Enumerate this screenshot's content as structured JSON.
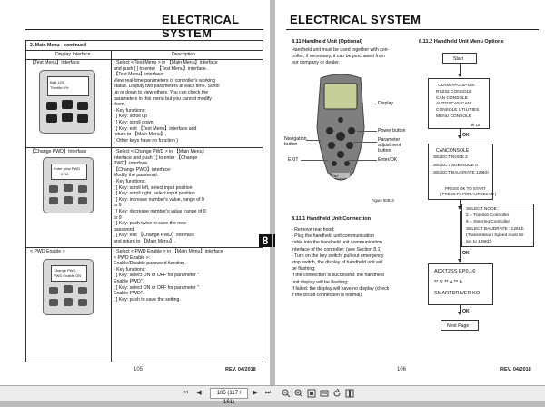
{
  "left_page": {
    "title": "ELECTRICAL SYSTEM",
    "section": "2. Main Menu - continued",
    "col1_header": "Display Interface",
    "col2_header": "Description",
    "rows": [
      {
        "label": "【Test Menu】Interface",
        "device_text": [
          "Batt 12V",
          "Throttle  0%"
        ],
        "desc": [
          "- Select < Test Menu > in 【Main Menu】interface",
          "  and push [  ] to enter 【Test Menu】interface.",
          "  【Test Menu】interface:",
          "  View real-time parameters of controller's working",
          "  status. Display two parameters at each time. Scroll",
          "  up or down to view others. You can check the",
          "  parameters in this menu but you cannot modify",
          "  them.",
          "- Key functions:",
          "  [  ] Key: scroll up",
          "  [  ] Key: scroll down",
          "  [  ] Key: exit 【Test Menu】interface and",
          "           return to 【Main Menu】.",
          "  ( Other keys have no function )"
        ]
      },
      {
        "label": "【Change PWD】Interface",
        "device_text": [
          "Enter New PWD",
          "2711"
        ],
        "desc": [
          "- Select < Change PWD > in 【Main Menu】",
          "  interface and push [  ] to enter 【Change",
          "  PWD】interface.",
          "  【Change PWD】interface:",
          "  Modify the password.",
          "- Key functions:",
          "  [  ] Key: scroll left, select input position",
          "  [  ] Key: scroll right, select input position",
          "  [  ] Key: increase number's value, range of 0",
          "           to 9",
          "  [  ] Key: decrease number's value, range of 0",
          "           to 9",
          "  [  ] Key: push twice to save the new",
          "           password.",
          "  [  ] Key: exit 【Change PWD】interface",
          "           and return to 【Main Menu】."
        ]
      },
      {
        "label": "< PWD Enable >",
        "device_text": [
          "Change PWD",
          "PWD Enable ON"
        ],
        "desc": [
          "- Select < PWD Enable > in 【Main Menu】interface",
          "  < PWD Enable >:",
          "  Enable/Disable password function.",
          "- Key functions:",
          "  [  ] Key: select ON or OFF for parameter \"",
          "           Enable PWD\".",
          "  [  ] Key: select ON or OFF for parameter \"",
          "           Enable PWD\".",
          "  [  ] Key: push to save the setting."
        ]
      }
    ],
    "rev": "REV. 04/2018",
    "page_number": "105"
  },
  "right_page": {
    "title": "ELECTRICAL SYSTEM",
    "heading_811": "8.11 Handheld Unit (Optional)",
    "intro": [
      "Handheld unit must be used together with con-",
      "troller, if necessary, it can be purchased from",
      "our company or dealer."
    ],
    "callouts": {
      "display": "Display",
      "power": "Power button",
      "param": [
        "Parameter",
        "adjustment",
        "button"
      ],
      "nav": [
        "Navigation",
        "button"
      ],
      "exit": "EXIT",
      "enter": "Enter/OK"
    },
    "device_brand": "Zapi",
    "figure": "Figure 80813",
    "heading_8111": "8.11.1 Handheld Unit Connection",
    "steps": [
      "- Remove rear hood;",
      "- Plug the handheld unit communication",
      "  cable into the handheld unit communication",
      "  interface of the controller; (see Section 8.1)",
      "- Turn on the key switch, pull out emergency",
      "  stop switch, the display of handheld unit will",
      "  be flashing;",
      "  If the connection is successful: the handheld",
      "  unit display will be flashing;",
      "  If failed: the display will have no display (check",
      "  if the circuit connection is normal)."
    ],
    "heading_8112": "8.11.2 Handheld Unit Menu Options",
    "flow": {
      "start": "Start",
      "box1": [
        "' CONS AFG ZP100 '",
        "RS232 CONSOLE",
        "CAN CONSOLE",
        "AUTOSCAN CAN",
        "CONSOLE UTILITIES",
        "MENU CONSOLE"
      ],
      "box1_note": "ok   10",
      "ok": "OK",
      "box2_title": "CANCONSOLE",
      "box2_lines": [
        "SELECT   NODE        2",
        "SELECT   SUB   NODE     0",
        "SELECT   BAUDRATE   125Kb"
      ],
      "box2_note": [
        "PRESS OK TO START",
        "( PRESS F3 FOR AUTOSCAN )"
      ],
      "box3": [
        "SELECT NODE :",
        "2 = Traction Controller",
        "6 = Steering Controller",
        "SELECT BAUDRATE : 125Kb",
        "(Transmission Speed must be",
        " set to 125Kb)"
      ],
      "box4": [
        "ADXT2SS   EP0.16",
        "** V    ** A        ** h",
        "SMARTDRIVER KO"
      ],
      "next": "Next Page"
    },
    "rev": "REV. 04/2018",
    "page_number": "106"
  },
  "tab_badges": [
    "8",
    "8"
  ],
  "toolbar": {
    "page_field": "105 (117 / 161)",
    "first": "⏮",
    "prev": "◀",
    "next": "▶",
    "last": "⏭"
  }
}
